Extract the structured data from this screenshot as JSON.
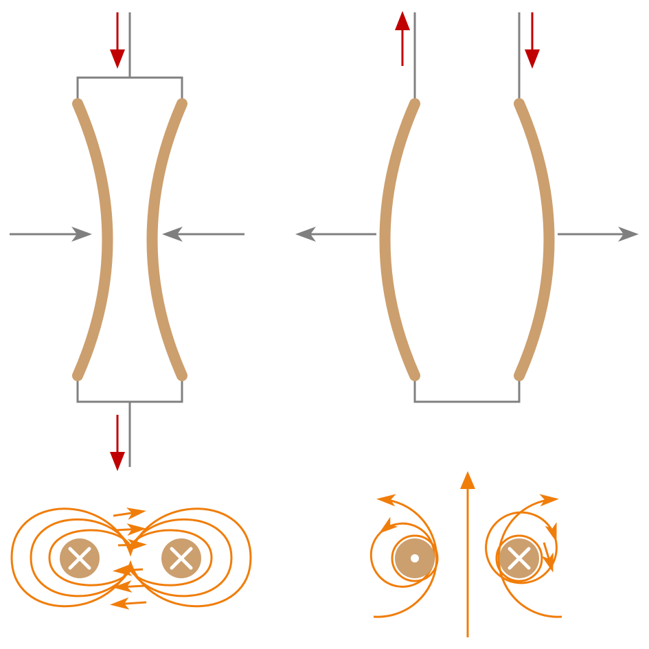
{
  "colors": {
    "background": "#ffffff",
    "wire": "#808080",
    "conductor": "#cc9f6e",
    "current_arrow": "#c00000",
    "force_arrow": "#7f7f7f",
    "field_line": "#f07d0a",
    "symbol": "#ffffff"
  },
  "panels": [
    {
      "id": "parallel-currents",
      "current_direction": "same",
      "wires_bend": "inward",
      "force": "attraction",
      "cross_sections": [
        "into-page",
        "into-page"
      ]
    },
    {
      "id": "antiparallel-currents",
      "current_direction": "opposite",
      "wires_bend": "outward",
      "force": "repulsion",
      "cross_sections": [
        "out-of-page",
        "into-page"
      ]
    }
  ],
  "icons": {
    "into_page": "circled-x-icon",
    "out_of_page": "circled-dot-icon"
  }
}
